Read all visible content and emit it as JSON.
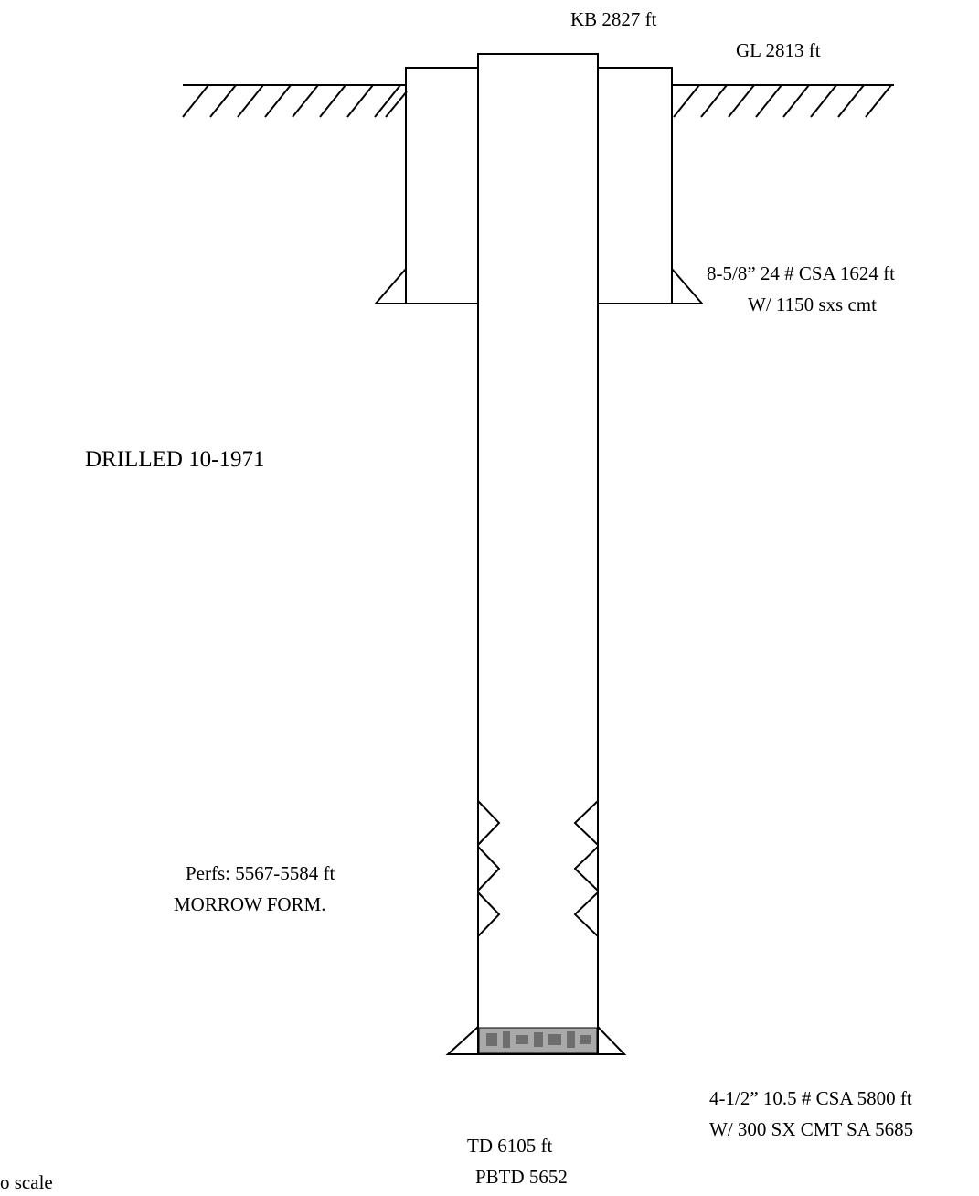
{
  "labels": {
    "kb": "KB 2827 ft",
    "gl": "GL 2813 ft",
    "surface_casing_line1": "8-5/8” 24 # CSA  1624 ft",
    "surface_casing_line2": "W/ 1150 sxs cmt",
    "drilled": "DRILLED 10-1971",
    "perfs": "Perfs: 5567-5584 ft",
    "formation": "MORROW FORM.",
    "prod_casing_line1": "4-1/2” 10.5 # CSA  5800 ft",
    "prod_casing_line2": "W/ 300 SX CMT SA 5685",
    "td": "TD  6105 ft",
    "pbtd": "PBTD 5652",
    "footnote": "o scale"
  },
  "colors": {
    "line": "#000000",
    "plug_fill": "#a9a9a9",
    "background": "#ffffff"
  }
}
